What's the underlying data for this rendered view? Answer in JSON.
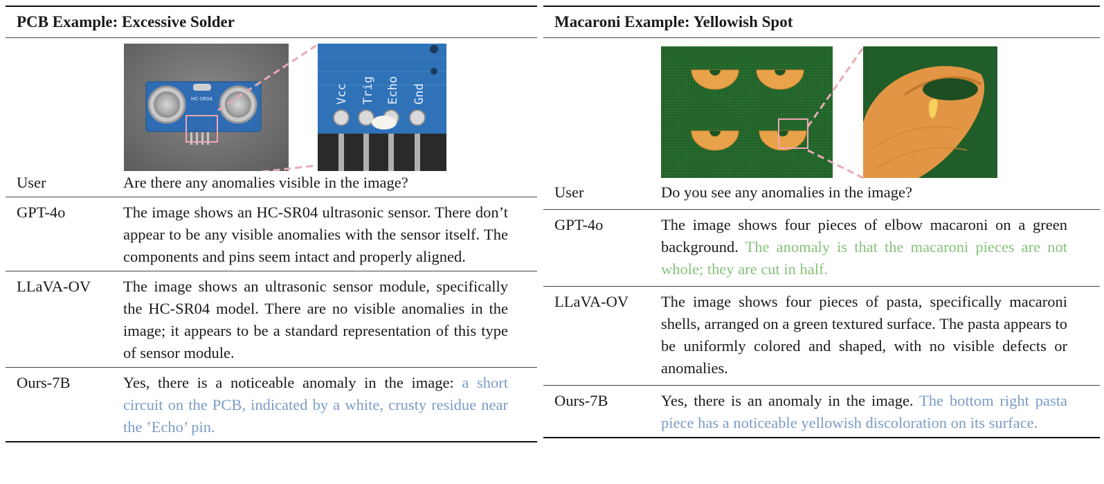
{
  "left_panel": {
    "title": "PCB Example: Excessive Solder",
    "zoom_labels": [
      "Vcc",
      "Trig",
      "Echo",
      "Gnd"
    ],
    "board_marking": "HC-SR04",
    "rows": [
      {
        "label": "User",
        "text": "Are there any anomalies visible in the image?",
        "highlight": ""
      },
      {
        "label": "GPT-4o",
        "text": "The image shows an HC-SR04 ultrasonic sensor. There don’t appear to be any visible anomalies with the sensor itself. The components and pins seem intact and properly aligned.",
        "highlight": ""
      },
      {
        "label": "LLaVA-OV",
        "text": "The image shows an ultrasonic sensor module, specifically the HC-SR04 model. There are no visible anomalies in the image; it appears to be a standard representation of this type of sensor module.",
        "highlight": ""
      },
      {
        "label": "Ours-7B",
        "text": "Yes, there is a noticeable anomaly in the image: ",
        "highlight": "a short circuit on the PCB, indicated by a white, crusty residue near the ’Echo’ pin."
      }
    ]
  },
  "right_panel": {
    "title": "Macaroni Example: Yellowish Spot",
    "rows": [
      {
        "label": "User",
        "text": "Do you see any anomalies in the image?",
        "highlight": ""
      },
      {
        "label": "GPT-4o",
        "text": "The image shows four pieces of elbow macaroni on a green background. ",
        "highlight": "The anomaly is that the macaroni pieces are not whole; they are cut in half."
      },
      {
        "label": "LLaVA-OV",
        "text": "The image shows four pieces of pasta, specifically macaroni shells, arranged on a green textured surface. The pasta appears to be uniformly colored and shaped, with no visible defects or anomalies.",
        "highlight": ""
      },
      {
        "label": "Ours-7B",
        "text": "Yes, there is an anomaly in the image. ",
        "highlight": "The bottom right pasta piece has a noticeable yellowish discoloration on its surface."
      }
    ]
  },
  "colors": {
    "green_highlight": "#86c27a",
    "blue_highlight": "#7a9cc6"
  }
}
